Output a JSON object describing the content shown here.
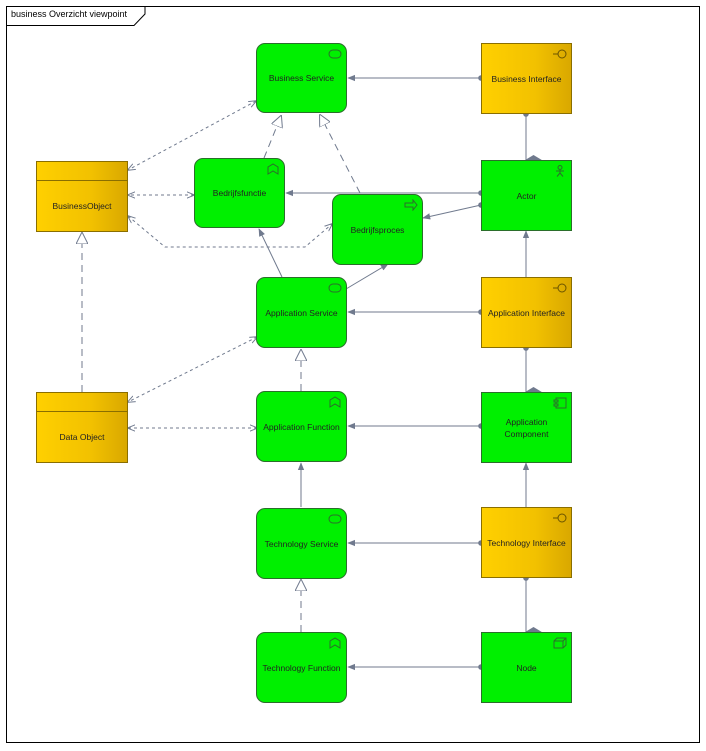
{
  "diagram": {
    "title": "business Overzicht viewpoint",
    "elements": {
      "business_service": "Business Service",
      "business_interface": "Business Interface",
      "business_object": "BusinessObject",
      "bedrijfsfunctie": "Bedrijfsfunctie",
      "bedrijfsproces": "Bedrijfsproces",
      "actor": "Actor",
      "application_service": "Application Service",
      "application_interface": "Application Interface",
      "data_object": "Data Object",
      "application_function": "Application Function",
      "application_component": "Application Component",
      "technology_service": "Technology Service",
      "technology_interface": "Technology Interface",
      "technology_function": "Technology Function",
      "node": "Node"
    },
    "colors": {
      "active": "#00f000",
      "passive_interface": "#ffd000",
      "line": "#707a8e"
    }
  }
}
